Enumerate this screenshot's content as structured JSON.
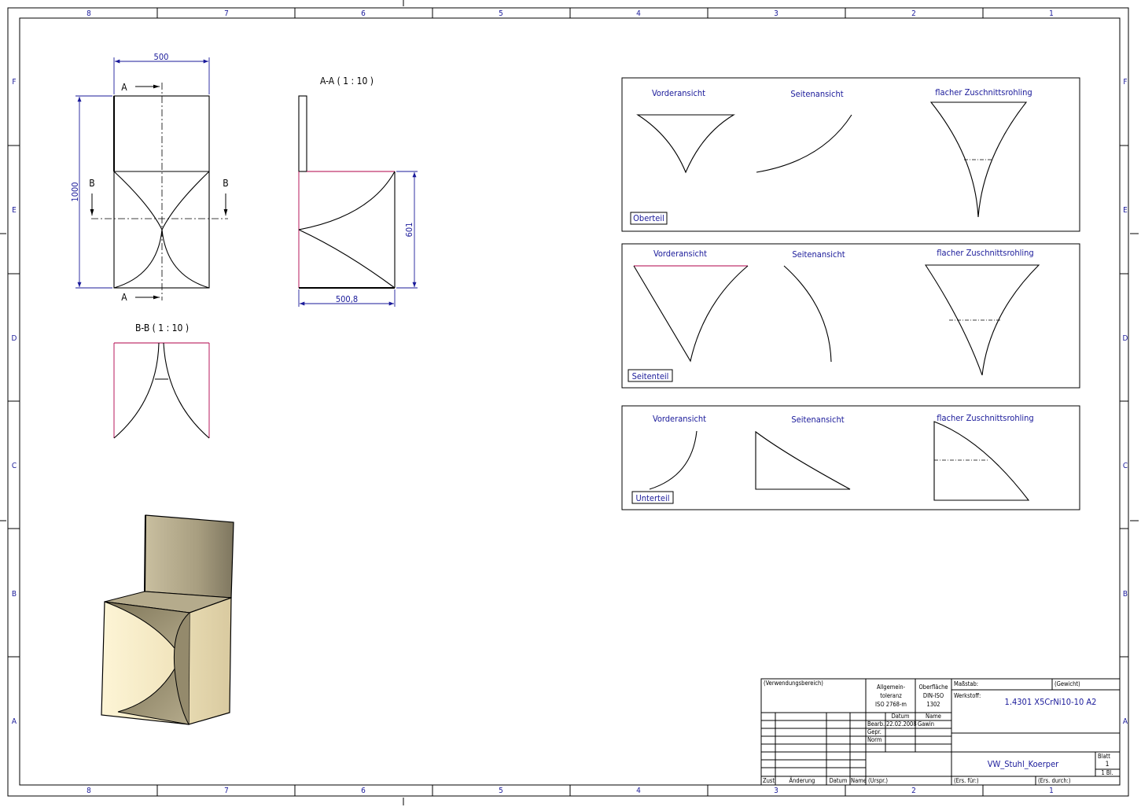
{
  "sheet": {
    "zones_horizontal": [
      "8",
      "7",
      "6",
      "5",
      "4",
      "3",
      "2",
      "1"
    ],
    "zones_vertical": [
      "F",
      "E",
      "D",
      "C",
      "B",
      "A"
    ]
  },
  "dimensions": {
    "width_500": "500",
    "height_1000": "1000",
    "height_601": "601",
    "width_500_8": "500,8"
  },
  "section_marks": {
    "a": "A",
    "b": "B",
    "aa_title": "A-A  ( 1 : 10 )",
    "bb_title": "B-B  ( 1 : 10 )"
  },
  "panels": [
    {
      "front": "Vorderansicht",
      "side": "Seitenansicht",
      "blank": "flacher Zuschnittsrohling",
      "tag": "Oberteil"
    },
    {
      "front": "Vorderansicht",
      "side": "Seitenansicht",
      "blank": "flacher Zuschnittsrohling",
      "tag": "Seitenteil"
    },
    {
      "front": "Vorderansicht",
      "side": "Seitenansicht",
      "blank": "flacher Zuschnittsrohling",
      "tag": "Unterteil"
    }
  ],
  "title_block": {
    "usage": "(Verwendungsbereich)",
    "tolerance_1": "Allgemein-",
    "tolerance_2": "toleranz",
    "tolerance_3": "ISO 2768-m",
    "surface_1": "Oberfläche",
    "surface_2": "DIN-ISO",
    "surface_3": "1302",
    "scale_label": "Maßstab:",
    "weight_label": "(Gewicht)",
    "material_label": "Werkstoff:",
    "material": "1.4301  X5CrNi10-10  A2",
    "col_date": "Datum",
    "col_name": "Name",
    "row_bearb": "Bearb.",
    "bearb_date": "22.02.2008",
    "bearb_name": "Gawin",
    "row_gepr": "Gepr.",
    "row_norm": "Norm",
    "drawing_name": "VW_Stuhl_Koerper",
    "sheet_label": "Blatt",
    "sheet_no": "1",
    "sheet_count": "1  Bl.",
    "zust": "Zust.",
    "aenderung": "Änderung",
    "datum": "Datum",
    "name": "Name",
    "urspr": "(Urspr.)",
    "ers_fuer": "(Ers. für:)",
    "ers_durch": "(Ers. durch:)"
  }
}
